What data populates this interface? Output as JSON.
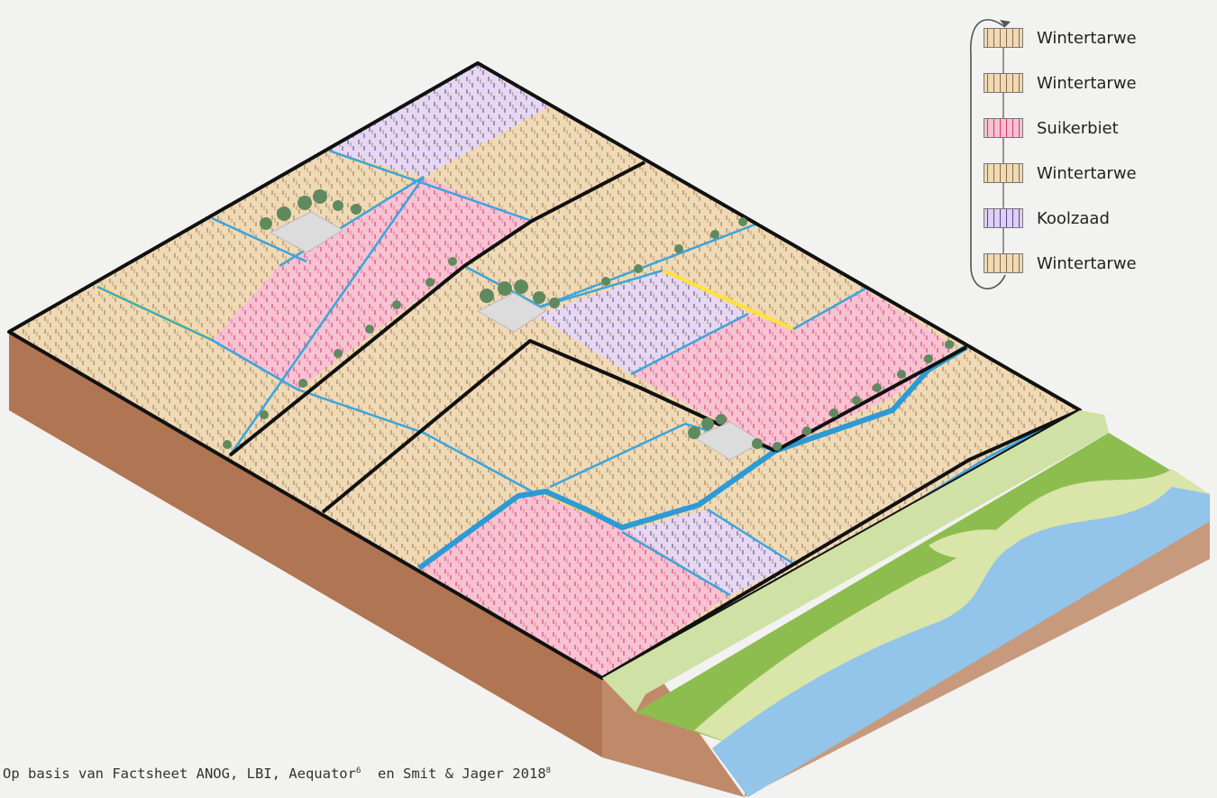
{
  "colors": {
    "background": "#f2f2f0",
    "wheat_field": "#f0d9b5",
    "wheat_stroke": "#8a6a44",
    "beet_field": "#f7c2d2",
    "beet_stroke": "#d6336c",
    "rapeseed_field": "#ddd0f0",
    "rapeseed_stroke": "#5a3f99",
    "ditch": "#3aa6dc",
    "parcel_border": "#111111",
    "field_margin": "#ffe23a",
    "soil_side": "#b57a57",
    "soil_front": "#c99373",
    "river": "#93c4e9",
    "floodplain_green": "#8dbd4f",
    "floodplain_light": "#d9e5a9",
    "dike": "#cfe1a4",
    "tree": "#5f8a5f",
    "farm_building": "#dcdcdc"
  },
  "legend": {
    "items": [
      {
        "label": "Wintertarwe",
        "crop": "wheat"
      },
      {
        "label": "Wintertarwe",
        "crop": "wheat"
      },
      {
        "label": "Suikerbiet",
        "crop": "beet"
      },
      {
        "label": "Wintertarwe",
        "crop": "wheat"
      },
      {
        "label": "Koolzaad",
        "crop": "rapeseed"
      },
      {
        "label": "Wintertarwe",
        "crop": "wheat"
      }
    ]
  },
  "source": {
    "prefix": "Op basis van Factsheet ANOG, LBI, Aequator",
    "ref1": "6",
    "middle": "  en Smit & Jager 2018",
    "ref2": "8"
  }
}
